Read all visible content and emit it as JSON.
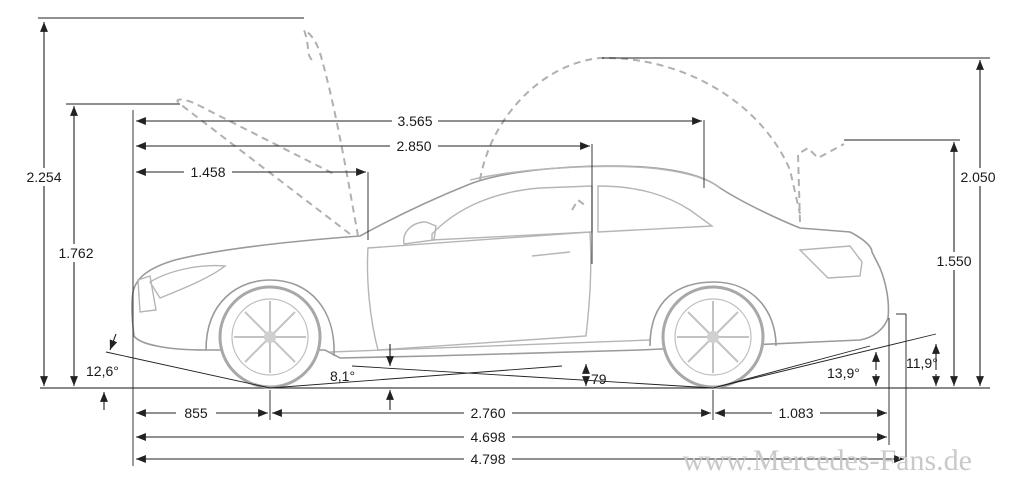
{
  "dimensions": {
    "height_hood_open": "2.254",
    "height": "1.762",
    "approach_angle": "12,6°",
    "overall_length_mirror": "3.565",
    "length_roof_swing": "2.850",
    "length_hood": "1.458",
    "height_roof_open": "2.050",
    "height_closed": "1.550",
    "breakover_angle": "8,1°",
    "ground_clearance": "79",
    "departure_angle_a": "13,9°",
    "departure_angle_b": "11,9°",
    "front_overhang": "855",
    "wheelbase": "2.760",
    "rear_overhang": "1.083",
    "overall_length": "4.698",
    "overall_length_hitch": "4.798"
  },
  "watermark": "www.Mercedes-Fans.de"
}
